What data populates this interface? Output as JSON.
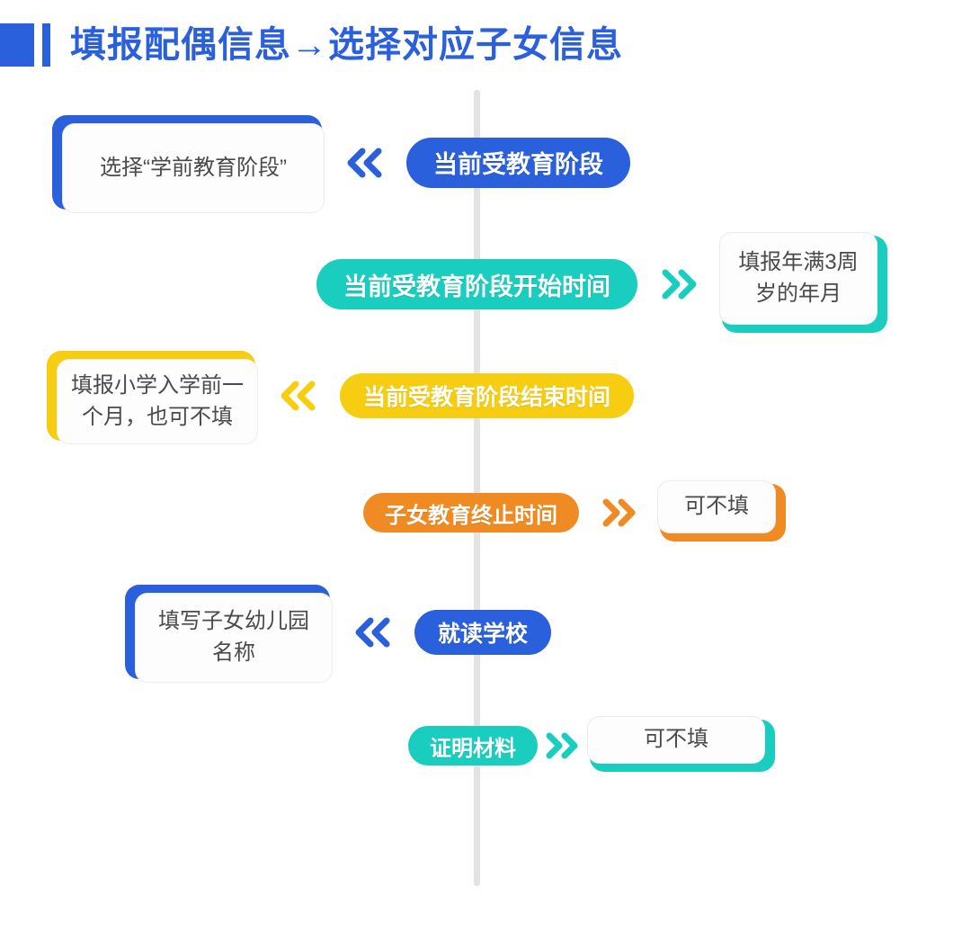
{
  "header": {
    "title": "填报配偶信息→选择对应子女信息",
    "accent_color": "#2b60dc"
  },
  "colors": {
    "blue": "#2b60dc",
    "teal": "#19cebf",
    "yellow": "#f6cd10",
    "orange": "#ef8b22",
    "spine": "#e3e3e3",
    "card_text": "#4a4a4a"
  },
  "spine": {
    "label": "vertical-timeline-line"
  },
  "rows": [
    {
      "id": "row1",
      "color_key": "blue",
      "direction": "left",
      "arrow_glyph": "«",
      "field_label": "当前受教育阶段",
      "note_text": "选择“学前教育阶段”"
    },
    {
      "id": "row2",
      "color_key": "teal",
      "direction": "right",
      "arrow_glyph": "»",
      "field_label": "当前受教育阶段开始时间",
      "note_text": "填报年满3周岁的年月"
    },
    {
      "id": "row3",
      "color_key": "yellow",
      "direction": "left",
      "arrow_glyph": "«",
      "field_label": "当前受教育阶段结束时间",
      "note_text": "填报小学入学前一个月，也可不填"
    },
    {
      "id": "row4",
      "color_key": "orange",
      "direction": "right",
      "arrow_glyph": "»",
      "field_label": "子女教育终止时间",
      "note_text": "可不填"
    },
    {
      "id": "row5",
      "color_key": "blue",
      "direction": "left",
      "arrow_glyph": "«",
      "field_label": "就读学校",
      "note_text": "填写子女幼儿园名称"
    },
    {
      "id": "row6",
      "color_key": "teal",
      "direction": "right",
      "arrow_glyph": "»",
      "field_label": "证明材料",
      "note_text": "可不填"
    }
  ]
}
